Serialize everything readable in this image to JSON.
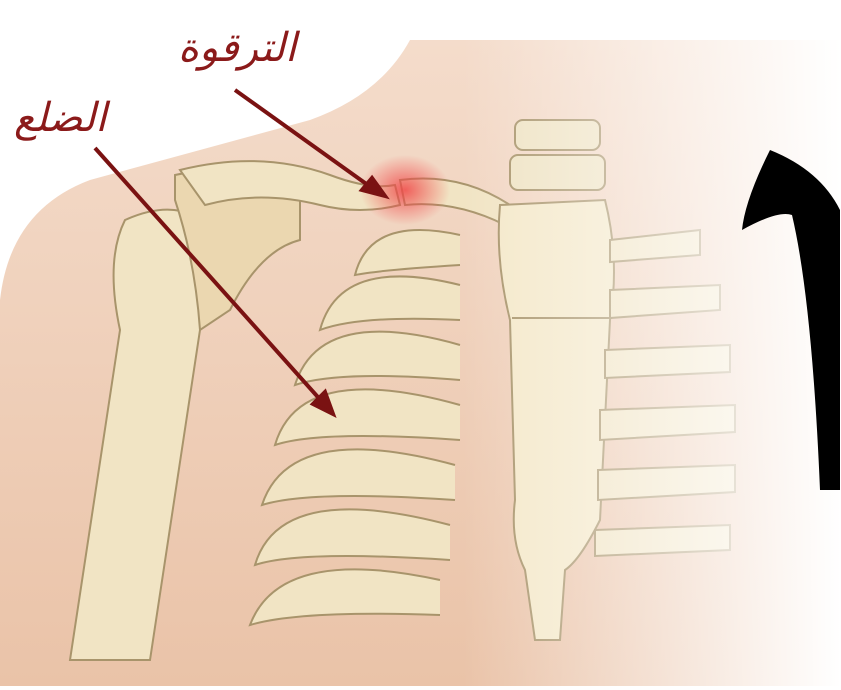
{
  "labels": {
    "clavicle": "الترقوة",
    "rib": "الضلع"
  },
  "figure_number": "١",
  "colors": {
    "label_text": "#8b1a1a",
    "arrow": "#7a1212",
    "skin": "#efcdb5",
    "bone": "#f1e4c4",
    "bone_outline": "#a8946b",
    "inflammation": "#f26a6a",
    "numeral": "#000000"
  }
}
